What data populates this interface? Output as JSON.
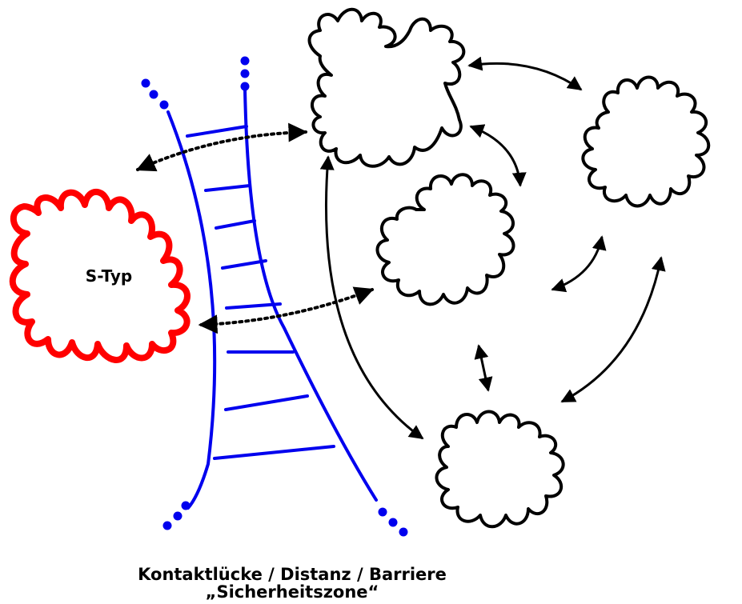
{
  "colors": {
    "s_type": "#ff0000",
    "barrier": "#0000ee",
    "cells": "#000000",
    "arrows": "#000000",
    "background": "#ffffff"
  },
  "labels": {
    "s_type": "S-Typ",
    "caption_line1": "Kontaktlücke / Distanz / Barriere",
    "caption_line2": "„Sicherheitszone“"
  },
  "diagram": {
    "red_shape": "s-type-cell",
    "black_shapes": [
      "cell-top",
      "cell-right",
      "cell-middle",
      "cell-bottom"
    ],
    "connections": [
      {
        "from": "cell-top",
        "to": "s-type",
        "style": "dotted",
        "direction": "both"
      },
      {
        "from": "cell-middle",
        "to": "s-type",
        "style": "dotted",
        "direction": "both"
      },
      {
        "from": "cell-top",
        "to": "cell-right",
        "style": "solid",
        "direction": "both"
      },
      {
        "from": "cell-top",
        "to": "cell-middle",
        "style": "solid",
        "direction": "both"
      },
      {
        "from": "cell-middle",
        "to": "cell-right",
        "style": "solid",
        "direction": "both"
      },
      {
        "from": "cell-middle",
        "to": "cell-bottom",
        "style": "solid",
        "direction": "both"
      },
      {
        "from": "cell-right",
        "to": "cell-bottom",
        "style": "solid",
        "direction": "both"
      },
      {
        "from": "cell-top",
        "to": "cell-bottom",
        "style": "solid",
        "direction": "both"
      }
    ]
  }
}
